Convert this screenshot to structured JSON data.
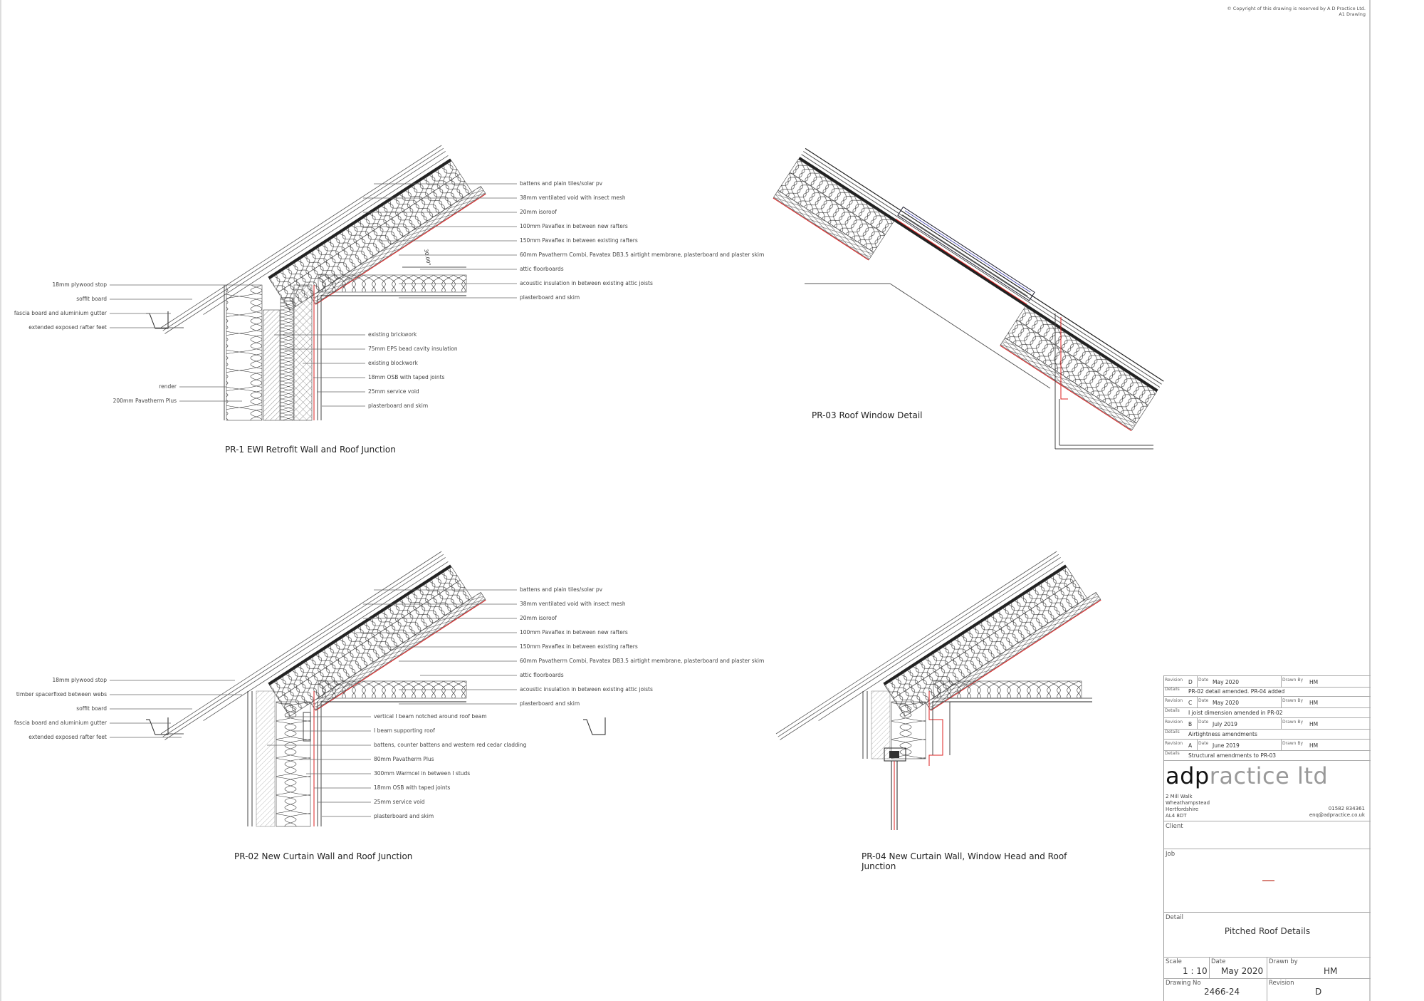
{
  "copyright": {
    "line1": "©  Copyright of this drawing is reserved by A D Practice Ltd.",
    "line2": "A1 Drawing"
  },
  "pr1": {
    "title": "PR-1  EWI Retrofit Wall and Roof Junction",
    "angle": "30.00°",
    "right_labels": [
      "battens and plain tiles/solar pv",
      "38mm ventilated void with insect mesh",
      "20mm isoroof",
      "100mm Pavaflex in between new rafters",
      "150mm Pavaflex in between existing rafters",
      "60mm Pavatherm Combi, Pavatex DB3.5 airtight membrane, plasterboard and plaster skim",
      "attic floorboards",
      "acoustic insulation in between existing attic joists",
      "plasterboard and skim"
    ],
    "left_labels": [
      "18mm plywood stop",
      "soffit board",
      "fascia board and aluminium gutter",
      "extended exposed rafter feet",
      "render",
      "200mm Pavatherm Plus"
    ],
    "wall_labels": [
      "existing brickwork",
      "75mm EPS bead cavity insulation",
      "existing blockwork",
      "18mm OSB with taped joints",
      "25mm service void",
      "plasterboard and skim"
    ]
  },
  "pr03": {
    "title": "PR-03 Roof Window Detail"
  },
  "pr02": {
    "title": "PR-02 New Curtain Wall and Roof Junction",
    "right_labels": [
      "battens and plain tiles/solar pv",
      "38mm ventilated void with insect mesh",
      "20mm isoroof",
      "100mm Pavaflex in between new rafters",
      "150mm Pavaflex in between existing rafters",
      "60mm Pavatherm Combi, Pavatex DB3.5 airtight membrane, plasterboard and plaster skim",
      "attic floorboards",
      "acoustic insulation in between existing attic joists",
      "plasterboard and skim"
    ],
    "left_labels": [
      "18mm plywood stop",
      "timber spacerfixed between webs",
      "soffit board",
      "fascia board and aluminium gutter",
      "extended exposed rafter feet"
    ],
    "wall_labels": [
      "vertical I beam notched around roof beam",
      "I beam supporting roof",
      "battens, counter battens and western red cedar cladding",
      "80mm Pavatherm Plus",
      "300mm Warmcel in between I studs",
      "18mm OSB with taped joints",
      "25mm service void",
      "plasterboard and skim"
    ]
  },
  "pr04": {
    "title_line1": "PR-04 New Curtain Wall, Window Head and Roof",
    "title_line2": "Junction"
  },
  "title_block": {
    "revisions": [
      {
        "revision_label": "Revision",
        "revision": "D",
        "date_label": "Date",
        "date": "May 2020",
        "drawn_label": "Drawn By",
        "drawn": "HM",
        "details_label": "Details",
        "details": "PR-02 detail amended. PR-04 added"
      },
      {
        "revision_label": "Revision",
        "revision": "C",
        "date_label": "Date",
        "date": "May 2020",
        "drawn_label": "Drawn By",
        "drawn": "HM",
        "details_label": "Details",
        "details": "I joist dimension amended in PR-02"
      },
      {
        "revision_label": "Revision",
        "revision": "B",
        "date_label": "Date",
        "date": "July 2019",
        "drawn_label": "Drawn By",
        "drawn": "HM",
        "details_label": "Details",
        "details": "Airtightness amendments"
      },
      {
        "revision_label": "Revision",
        "revision": "A",
        "date_label": "Date",
        "date": "June 2019",
        "drawn_label": "Drawn By",
        "drawn": "HM",
        "details_label": "Details",
        "details": "Structural amendments to PR-03"
      }
    ],
    "company_bold": "adp",
    "company_light": "ractice ltd",
    "address": [
      "2 Mill Walk",
      "Wheathampstead",
      "Hertfordshire",
      "AL4 8DT"
    ],
    "phone": "01582 834361",
    "email": "enq@adpractice.co.uk",
    "client_label": "Client",
    "job_label": "Job",
    "detail_label": "Detail",
    "detail": "Pitched Roof Details",
    "scale_label": "Scale",
    "scale": "1 : 10",
    "date_label": "Date",
    "date": "May 2020",
    "drawn_label": "Drawn by",
    "drawn": "HM",
    "drawing_no_label": "Drawing No",
    "drawing_no": "2466-24",
    "revision_label": "Revision",
    "revision": "D",
    "accent": "#c0392b"
  }
}
